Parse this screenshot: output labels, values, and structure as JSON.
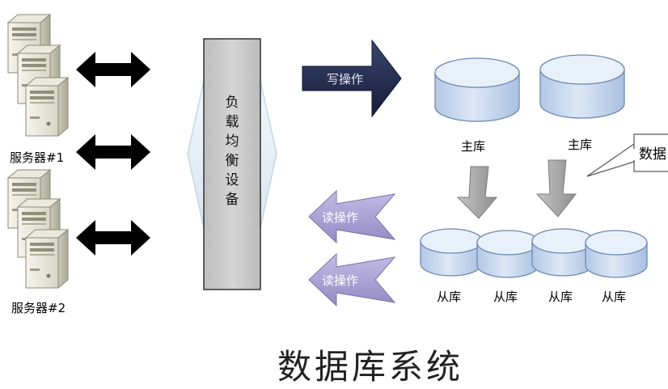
{
  "servers": {
    "group1_label": "服务器#1",
    "group2_label": "服务器#2"
  },
  "load_balancer": {
    "label_chars": [
      "负",
      "载",
      "均",
      "衡",
      "设",
      "备"
    ]
  },
  "operations": {
    "write": "写操作",
    "read_1": "读操作",
    "read_2": "读操作"
  },
  "master_dbs": [
    "主库",
    "主库"
  ],
  "slave_dbs": [
    "从库",
    "从库",
    "从库",
    "从库"
  ],
  "callout": {
    "text": "数据"
  },
  "title": "数据库系统",
  "colors": {
    "arrow_black": "#000000",
    "write_arrow": "#1f2a4d",
    "read_arrow": "#a79fd2",
    "cylinder_fill": "#c8d9ef",
    "cylinder_top": "#e8f0fa",
    "cylinder_stroke": "#6d89b4",
    "balancer_fill": "#c7c7c7",
    "down_arrow": "#a9a9a9",
    "side_arrow": "#e4eef7"
  },
  "icons": [
    "server-tower-icon",
    "double-arrow-icon",
    "database-cylinder-icon",
    "speech-callout-icon"
  ]
}
